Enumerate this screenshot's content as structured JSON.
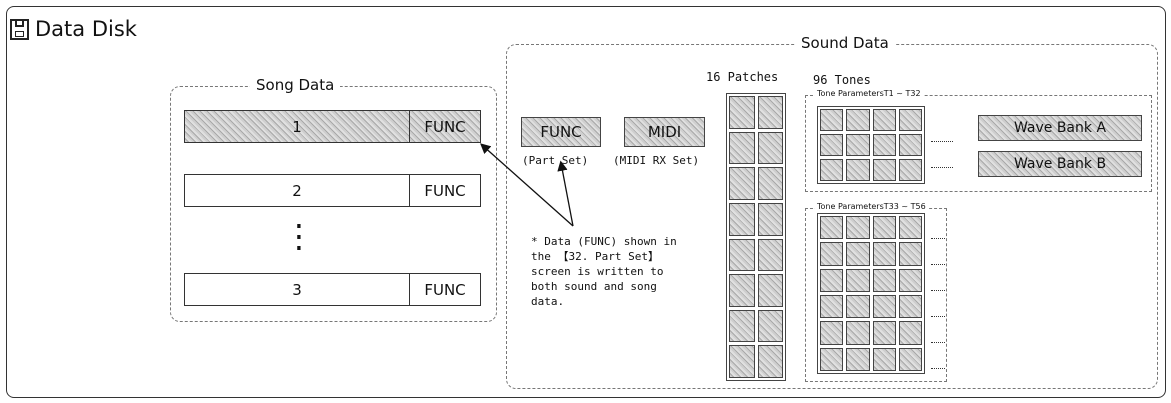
{
  "title": "Data Disk",
  "song_data": {
    "label": "Song Data",
    "rows": [
      {
        "name": "1",
        "func": "FUNC"
      },
      {
        "name": "2",
        "func": "FUNC"
      },
      {
        "name": "3",
        "func": "FUNC"
      }
    ],
    "ellipsis": "⋮"
  },
  "sound_data": {
    "label": "Sound Data",
    "func_button": "FUNC",
    "func_caption": "(Part Set)",
    "midi_button": "MIDI",
    "midi_caption": "(MIDI RX Set)",
    "patches_label": "16 Patches",
    "tones_label": "96 Tones",
    "tone_group_1": "Tone ParametersT1 ~ T32",
    "tone_group_2": "Tone ParametersT33 ~ T56",
    "wave_bank_a": "Wave Bank A",
    "wave_bank_b": "Wave Bank B",
    "note_lines": [
      "* Data (FUNC) shown in",
      "  the 【32. Part Set】",
      "  screen is written to",
      "  both sound and song",
      "  data."
    ]
  }
}
